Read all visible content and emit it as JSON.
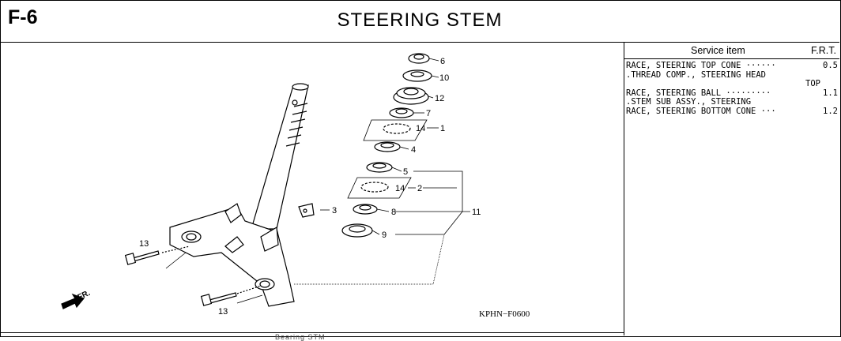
{
  "header": {
    "code": "F-6",
    "title": "STEERING STEM"
  },
  "drawing": {
    "front_label": "FR.",
    "drawing_code": "KPHN−F0600",
    "bottom_partial_text": "Bearing STM",
    "callouts": [
      "6",
      "10",
      "12",
      "7",
      "14",
      "1",
      "4",
      "5",
      "14",
      "2",
      "3",
      "8",
      "11",
      "9",
      "13",
      "13"
    ]
  },
  "service": {
    "col_item": "Service item",
    "col_frt": "F.R.T.",
    "rows": [
      {
        "text": "RACE, STEERING TOP CONE ······",
        "frt": "0.5"
      },
      {
        "text": ".THREAD COMP., STEERING HEAD",
        "frt": ""
      },
      {
        "text": "TOP",
        "frt": ""
      },
      {
        "text": "RACE, STEERING BALL ·········",
        "frt": "1.1"
      },
      {
        "text": ".STEM SUB ASSY., STEERING",
        "frt": ""
      },
      {
        "text": "RACE, STEERING BOTTOM CONE ···",
        "frt": "1.2"
      }
    ]
  }
}
